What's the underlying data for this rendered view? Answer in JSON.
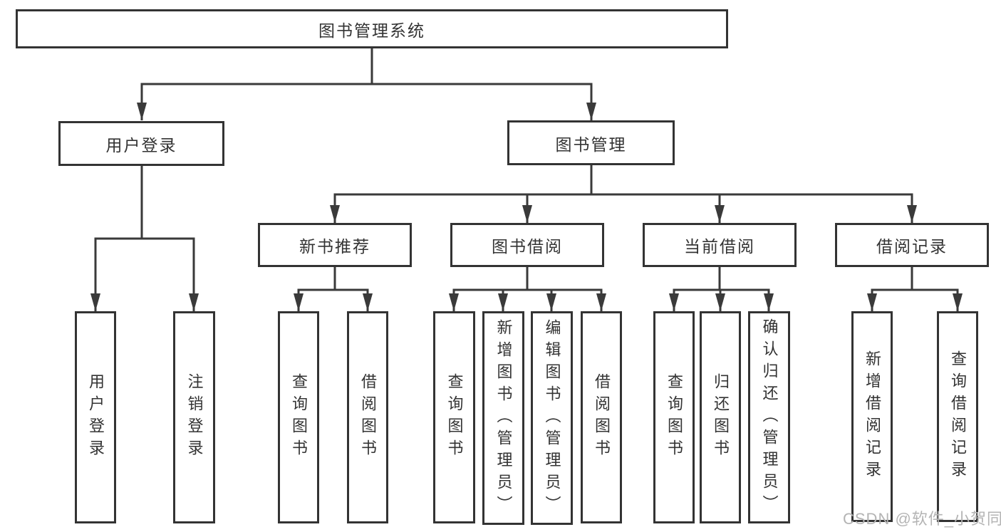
{
  "diagram": {
    "title": "图书管理系统",
    "colors": {
      "line": "#3a3a3a",
      "box_border": "#333333",
      "text": "#333333",
      "watermark": "#b4b4b4",
      "background": "#ffffff"
    },
    "root": {
      "label": "图书管理系统"
    },
    "level2": [
      {
        "label": "用户登录"
      },
      {
        "label": "图书管理"
      }
    ],
    "level3": [
      {
        "label": "新书推荐"
      },
      {
        "label": "图书借阅"
      },
      {
        "label": "当前借阅"
      },
      {
        "label": "借阅记录"
      }
    ],
    "leaves": [
      {
        "label": "用户登录"
      },
      {
        "label": "注销登录"
      },
      {
        "label": "查询图书"
      },
      {
        "label": "借阅图书"
      },
      {
        "label": "查询图书"
      },
      {
        "label": "新增图书（管理员）"
      },
      {
        "label": "编辑图书（管理员）"
      },
      {
        "label": "借阅图书"
      },
      {
        "label": "查询图书"
      },
      {
        "label": "归还图书"
      },
      {
        "label": "确认归还（管理员）"
      },
      {
        "label": "新增借阅记录"
      },
      {
        "label": "查询借阅记录"
      }
    ],
    "watermark": "CSDN @软件_小贺同学"
  }
}
